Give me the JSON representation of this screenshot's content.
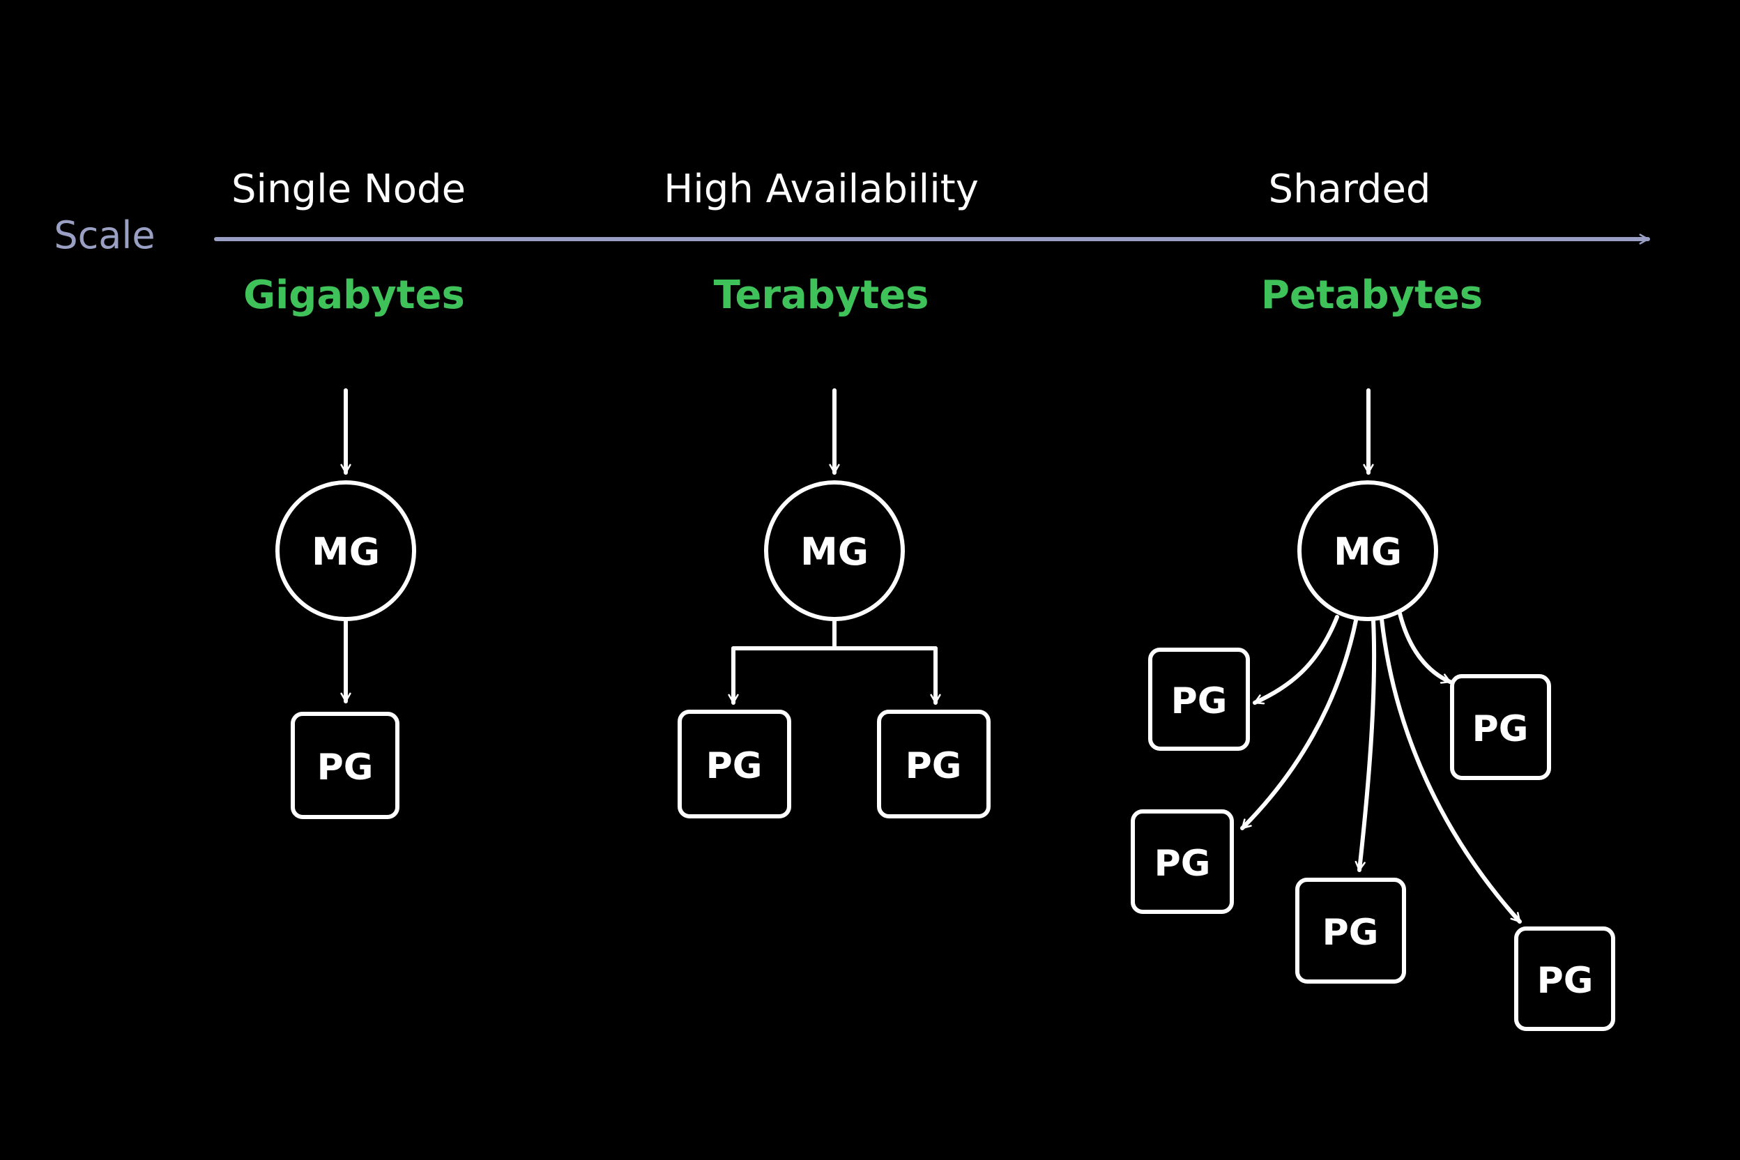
{
  "scale_label": "Scale",
  "colors": {
    "background": "#000000",
    "axis": "#9aa0c3",
    "tier_title": "#ffffff",
    "tier_size": "#3fc25a",
    "node_stroke": "#ffffff"
  },
  "tiers": [
    {
      "title": "Single Node",
      "size": "Gigabytes",
      "router": "MG",
      "shards": [
        "PG"
      ]
    },
    {
      "title": "High Availability",
      "size": "Terabytes",
      "router": "MG",
      "shards": [
        "PG",
        "PG"
      ]
    },
    {
      "title": "Sharded",
      "size": "Petabytes",
      "router": "MG",
      "shards": [
        "PG",
        "PG",
        "PG",
        "PG",
        "PG"
      ]
    }
  ]
}
